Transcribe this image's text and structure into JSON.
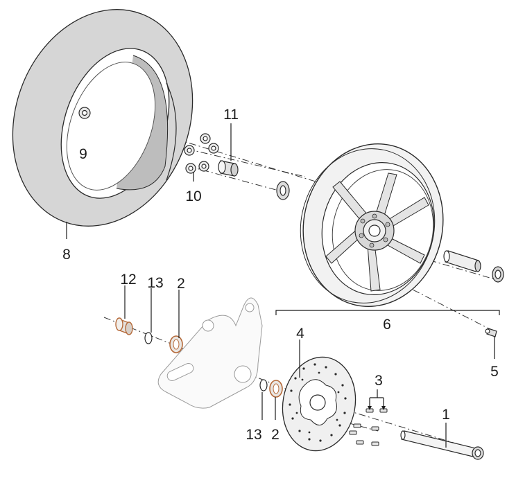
{
  "callouts": [
    {
      "id": "1",
      "label": "1"
    },
    {
      "id": "2a",
      "label": "2"
    },
    {
      "id": "2b",
      "label": "2"
    },
    {
      "id": "3",
      "label": "3"
    },
    {
      "id": "4",
      "label": "4"
    },
    {
      "id": "5",
      "label": "5"
    },
    {
      "id": "6",
      "label": "6"
    },
    {
      "id": "8",
      "label": "8"
    },
    {
      "id": "9",
      "label": "9"
    },
    {
      "id": "10",
      "label": "10"
    },
    {
      "id": "11",
      "label": "11"
    },
    {
      "id": "12",
      "label": "12"
    },
    {
      "id": "13a",
      "label": "13"
    },
    {
      "id": "13b",
      "label": "13"
    }
  ],
  "colors": {
    "line": "#2a2a2a",
    "tire_fill": "#d6d6d6",
    "rim_fill": "#f2f2f2",
    "copper_accent": "#b56a3a",
    "ghost_line": "#9a9a9a"
  }
}
